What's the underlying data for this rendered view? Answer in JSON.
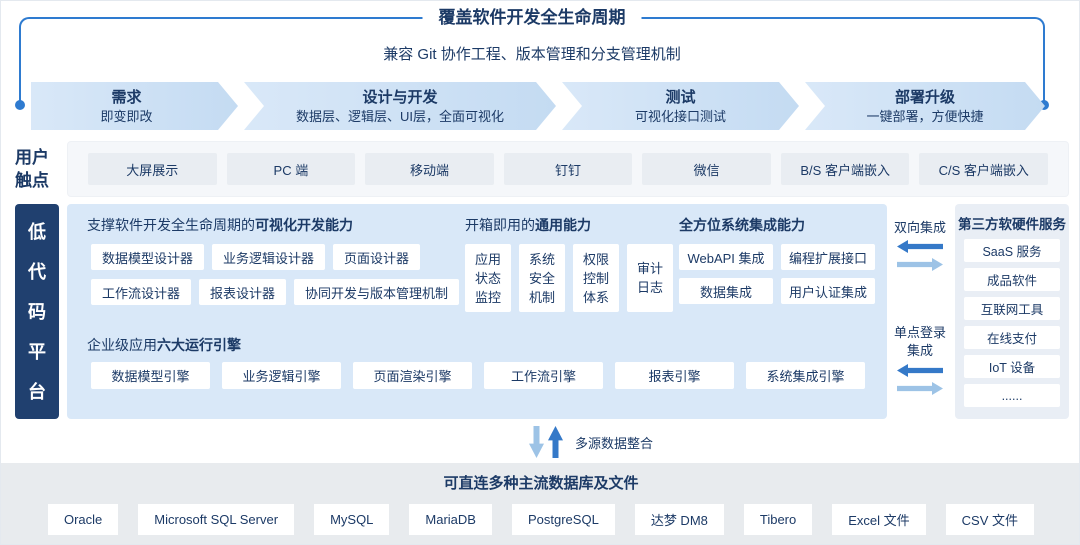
{
  "colors": {
    "navy": "#1c3a66",
    "frame_blue": "#2e7bd0",
    "panel_blue": "#d9e8f8",
    "sidebar_navy": "#20406f",
    "touch_box": "#e9edf2",
    "third_bg": "#e9eef5",
    "gray_band": "#e8ebee",
    "arrow_dark": "#3579c8",
    "arrow_light": "#9dc3e6"
  },
  "header": {
    "title": "覆盖软件开发全生命周期",
    "subtitle": "兼容 Git 协作工程、版本管理和分支管理机制"
  },
  "stages": [
    {
      "title": "需求",
      "subtitle": "即变即改"
    },
    {
      "title": "设计与开发",
      "subtitle": "数据层、逻辑层、UI层，全面可视化"
    },
    {
      "title": "测试",
      "subtitle": "可视化接口测试"
    },
    {
      "title": "部署升级",
      "subtitle": "一键部署，方便快捷"
    }
  ],
  "touchpoints": {
    "label": "用户\n触点",
    "items": [
      "大屏展示",
      "PC 端",
      "移动端",
      "钉钉",
      "微信",
      "B/S 客户端嵌入",
      "C/S 客户端嵌入"
    ]
  },
  "platform": {
    "label": "低\n代\n码\n平\n台",
    "dev": {
      "title_prefix": "支撑软件开发全生命周期的",
      "title_bold": "可视化开发能力",
      "row1": [
        "数据模型设计器",
        "业务逻辑设计器",
        "页面设计器"
      ],
      "row2": [
        "工作流设计器",
        "报表设计器",
        "协同开发与版本管理机制"
      ]
    },
    "general": {
      "title_prefix": "开箱即用的",
      "title_bold": "通用能力",
      "items": [
        "应用\n状态\n监控",
        "系统\n安全\n机制",
        "权限\n控制\n体系",
        "审计\n日志"
      ]
    },
    "integration": {
      "title_prefix": "",
      "title_bold": "全方位系统集成能力",
      "items": [
        "WebAPI 集成",
        "编程扩展接口",
        "数据集成",
        "用户认证集成"
      ]
    },
    "engines": {
      "title_prefix": "企业级应用",
      "title_bold": "六大运行引擎",
      "items": [
        "数据模型引擎",
        "业务逻辑引擎",
        "页面渲染引擎",
        "工作流引擎",
        "报表引擎",
        "系统集成引擎"
      ]
    },
    "connector_top": "双向集成",
    "connector_bottom": "单点登录\n集成"
  },
  "thirdparty": {
    "title": "第三方软硬件服务",
    "items": [
      "SaaS 服务",
      "成品软件",
      "互联网工具",
      "在线支付",
      "IoT 设备",
      "......"
    ]
  },
  "datasources": {
    "connector": "多源数据整合",
    "title": "可直连多种主流数据库及文件",
    "items": [
      "Oracle",
      "Microsoft SQL Server",
      "MySQL",
      "MariaDB",
      "PostgreSQL",
      "达梦 DM8",
      "Tibero",
      "Excel 文件",
      "CSV 文件"
    ]
  }
}
